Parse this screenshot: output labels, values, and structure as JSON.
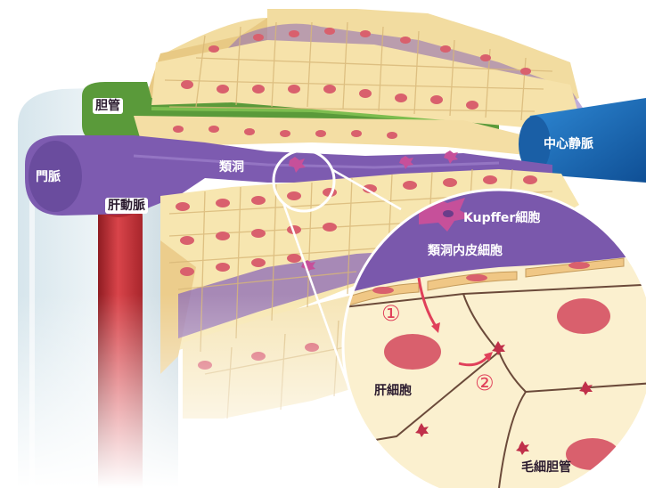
{
  "labels": {
    "bile_duct": "胆管",
    "portal_vein": "門脈",
    "hepatic_artery": "肝動脈",
    "sinusoid": "類洞",
    "central_vein": "中心静脈",
    "kupffer_cell": "Kupffer細胞",
    "sinusoidal_endothelial_cell": "類洞内皮細胞",
    "hepatocyte": "肝細胞",
    "bile_canaliculus": "毛細胆管"
  },
  "steps": {
    "step1": "①",
    "step2": "②"
  },
  "colors": {
    "bile_duct": "#5a9a3a",
    "portal_vein": "#7d5bb0",
    "hepatic_artery": "#c2333a",
    "central_vein": "#1d73c0",
    "sinusoid": "#7a58ac",
    "hepatocyte": "#f7e6b0",
    "nucleus": "#d9606d",
    "arrow": "#e0405a"
  }
}
